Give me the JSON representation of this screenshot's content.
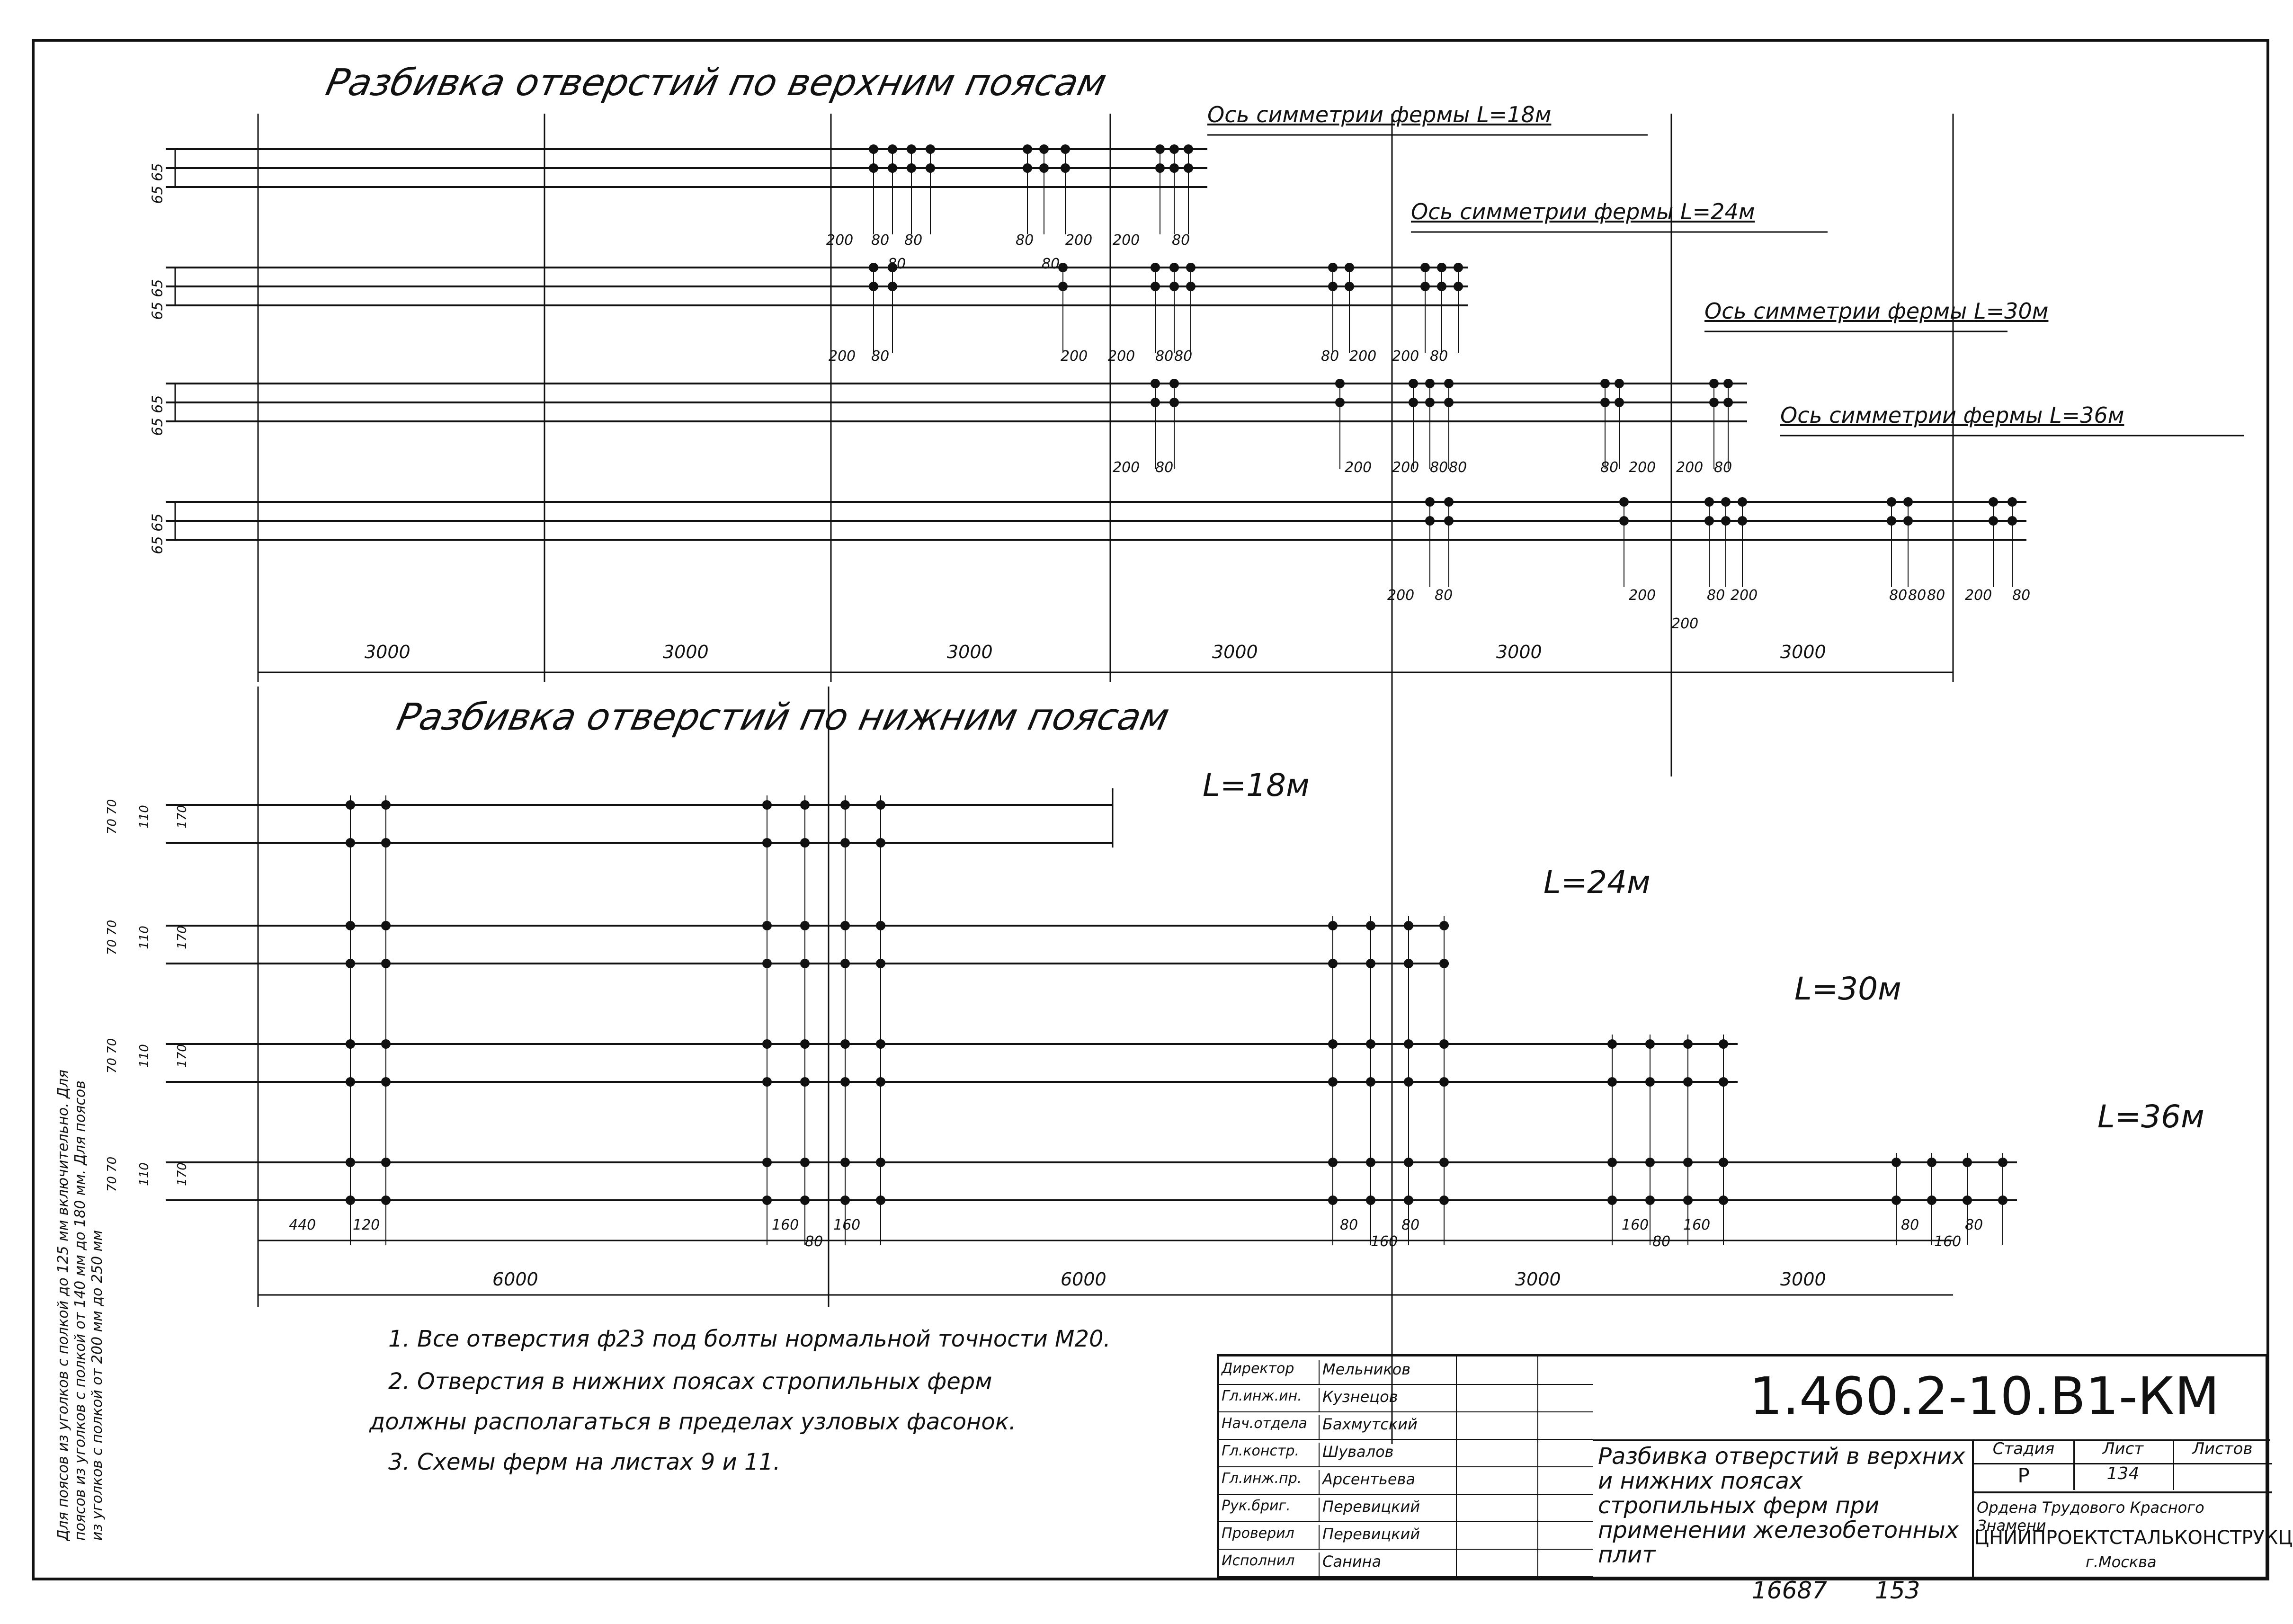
{
  "top": {
    "title": "Разбивка отверстий по верхним поясам",
    "axis_labels": [
      "Ось симметрии фермы L=18м",
      "Ось симметрии фермы L=24м",
      "Ось симметрии фермы L=30м",
      "Ось симметрии фермы L=36м"
    ],
    "row_dims": [
      "65 65",
      "65 65",
      "65 65",
      "65 65"
    ],
    "dims_row1": [
      "200",
      "80",
      "80",
      "80",
      "200",
      "200",
      "80",
      "80",
      "80"
    ],
    "dims_row2": [
      "200",
      "80",
      "200",
      "200",
      "80",
      "80",
      "80",
      "200",
      "200",
      "80"
    ],
    "dims_row3": [
      "200",
      "80",
      "200",
      "200",
      "80",
      "80",
      "80",
      "200",
      "200",
      "80"
    ],
    "dims_row4": [
      "200",
      "80",
      "80",
      "200",
      "80",
      "80",
      "80",
      "200",
      "200",
      "80",
      "200"
    ],
    "spans": [
      "3000",
      "3000",
      "3000",
      "3000",
      "3000",
      "3000"
    ]
  },
  "bottom": {
    "title": "Разбивка отверстий по нижним поясам",
    "lengths": [
      "L=18м",
      "L=24м",
      "L=30м",
      "L=36м"
    ],
    "row_dims": [
      [
        "70 70",
        "110",
        "170"
      ],
      [
        "70 70",
        "110",
        "170"
      ],
      [
        "70 70",
        "110",
        "170"
      ],
      [
        "70 70",
        "110",
        "170"
      ]
    ],
    "bottom_dims": [
      "440",
      "120",
      "160",
      "80",
      "160",
      "80",
      "160",
      "80",
      "160",
      "80",
      "160",
      "80",
      "160",
      "80"
    ],
    "spans": [
      "6000",
      "6000",
      "3000",
      "3000"
    ]
  },
  "side_note": "Для поясов из уголков с полкой до 125 мм включительно. Для поясов из уголков с полкой от 140 мм до 180 мм. Для поясов из уголков с полкой от 200 мм до 250 мм",
  "notes": [
    "1. Все отверстия ф23 под болты нормальной точности М20.",
    "2. Отверстия в нижних поясах стропильных ферм",
    "должны располагаться в пределах узловых фасонок.",
    "3. Схемы ферм на листах 9 и 11."
  ],
  "stamp": {
    "roles": [
      "Директор",
      "Гл.инж.ин.",
      "Нач.отдела",
      "Гл.констр.",
      "Гл.инж.пр.",
      "Рук.бриг.",
      "Проверил",
      "Исполнил"
    ],
    "names": [
      "Мельников",
      "Кузнецов",
      "Бахмутский",
      "Шувалов",
      "Арсентьева",
      "Перевицкий",
      "Перевицкий",
      "Санина"
    ],
    "code": "1.460.2-10.В1-КМ",
    "title": "Разбивка отверстий в верхних и нижних поясах стропильных ферм при применении железобетонных плит",
    "stage_h": "Стадия",
    "sheet_h": "Лист",
    "sheets_h": "Листов",
    "stage": "Р",
    "sheet": "134",
    "org1": "Ордена Трудового Красного Знамени",
    "org2": "ЦНИИПРОЕКТСТАЛЬКОНСТРУКЦИЯ",
    "org3": "г.Москва"
  },
  "footer_numbers": [
    "16687",
    "153"
  ]
}
